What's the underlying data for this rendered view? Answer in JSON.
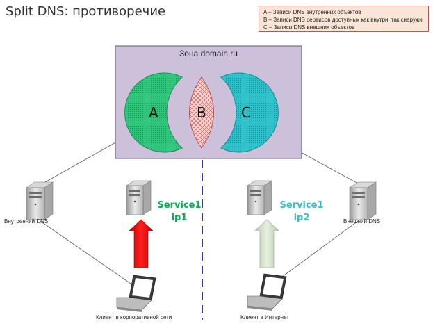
{
  "title": "Split DNS: противоречие",
  "legend": {
    "items": [
      "A – Записи DNS внутренних объектов",
      "B – Записи DNS сервисов доступных как внутри, так снаружи",
      "C – Записи DNS внешних объектов"
    ]
  },
  "zone": {
    "label": "Зона domain.ru",
    "sets": {
      "a": "A",
      "b": "B",
      "c": "C"
    }
  },
  "nodes": {
    "internal_dns": "Внутренний DNS",
    "external_dns": "Внешний DNS",
    "corporate_client": "Клиент в корпоративной сети",
    "internet_client": "Клиент в Интернет",
    "service_internal": {
      "name": "Service1",
      "ip": "ip1"
    },
    "service_external": {
      "name": "Service1",
      "ip": "ip2"
    }
  },
  "colors": {
    "zone_fill": "#ccc0da",
    "set_a": "#33cc80",
    "set_b": "#f2c8c8",
    "set_c": "#33c6cc",
    "service_internal": "#00b050",
    "service_external": "#33c0cc",
    "arrow_internal": "#ff0000",
    "arrow_external": "#d6e3cf",
    "divider": "#403a8a"
  }
}
